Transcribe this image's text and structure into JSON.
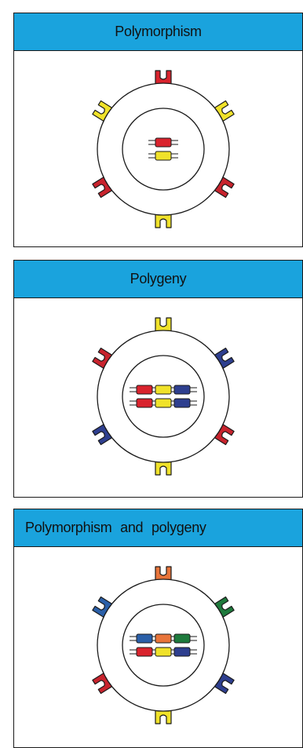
{
  "panels": [
    {
      "title": "Polymorphism",
      "receptors": {
        "top": "#d9232d",
        "upper_left": "#f0e22a",
        "upper_right": "#f0e22a",
        "lower_left": "#c8232d",
        "lower_right": "#c8232d",
        "bottom": "#f0e22a"
      },
      "chromosomes": [
        [
          "#d9232d"
        ],
        [
          "#f0e22a"
        ]
      ]
    },
    {
      "title": "Polygeny",
      "receptors": {
        "top": "#f0e22a",
        "upper_left": "#c8232d",
        "upper_right": "#2e3f8f",
        "lower_left": "#2e3f8f",
        "lower_right": "#c8232d",
        "bottom": "#f0e22a"
      },
      "chromosomes": [
        [
          "#d9232d",
          "#f0e22a",
          "#2e3f8f"
        ],
        [
          "#d9232d",
          "#f0e22a",
          "#2e3f8f"
        ]
      ]
    },
    {
      "title": "Polymorphism and polygeny",
      "receptors": {
        "top": "#e8743a",
        "upper_left": "#2a5fa8",
        "upper_right": "#1e7a3c",
        "lower_left": "#c8232d",
        "lower_right": "#2e3f8f",
        "bottom": "#f0e22a"
      },
      "chromosomes": [
        [
          "#2a5fa8",
          "#e8743a",
          "#1e7a3c"
        ],
        [
          "#d9232d",
          "#f0e22a",
          "#2e3f8f"
        ]
      ]
    }
  ]
}
